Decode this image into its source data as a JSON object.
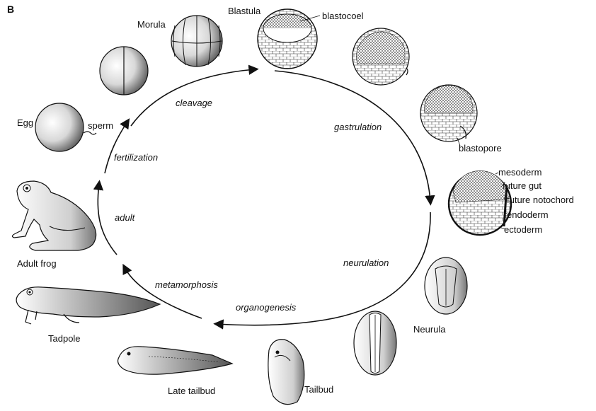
{
  "panel_letter": "B",
  "stages": {
    "egg": "Egg",
    "sperm": "sperm",
    "morula": "Morula",
    "blastula": "Blastula",
    "blastocoel": "blastocoel",
    "blastopore": "blastopore",
    "neurula": "Neurula",
    "tailbud": "Tailbud",
    "late_tailbud": "Late tailbud",
    "tadpole": "Tadpole",
    "adult_frog": "Adult frog"
  },
  "gastrula_layers": [
    "mesoderm",
    "future gut",
    "future notochord",
    "endoderm",
    "ectoderm"
  ],
  "processes": {
    "cleavage": "cleavage",
    "gastrulation": "gastrulation",
    "neurulation": "neurulation",
    "organogenesis": "organogenesis",
    "metamorphosis": "metamorphosis",
    "adult": "adult",
    "fertilization": "fertilization"
  }
}
